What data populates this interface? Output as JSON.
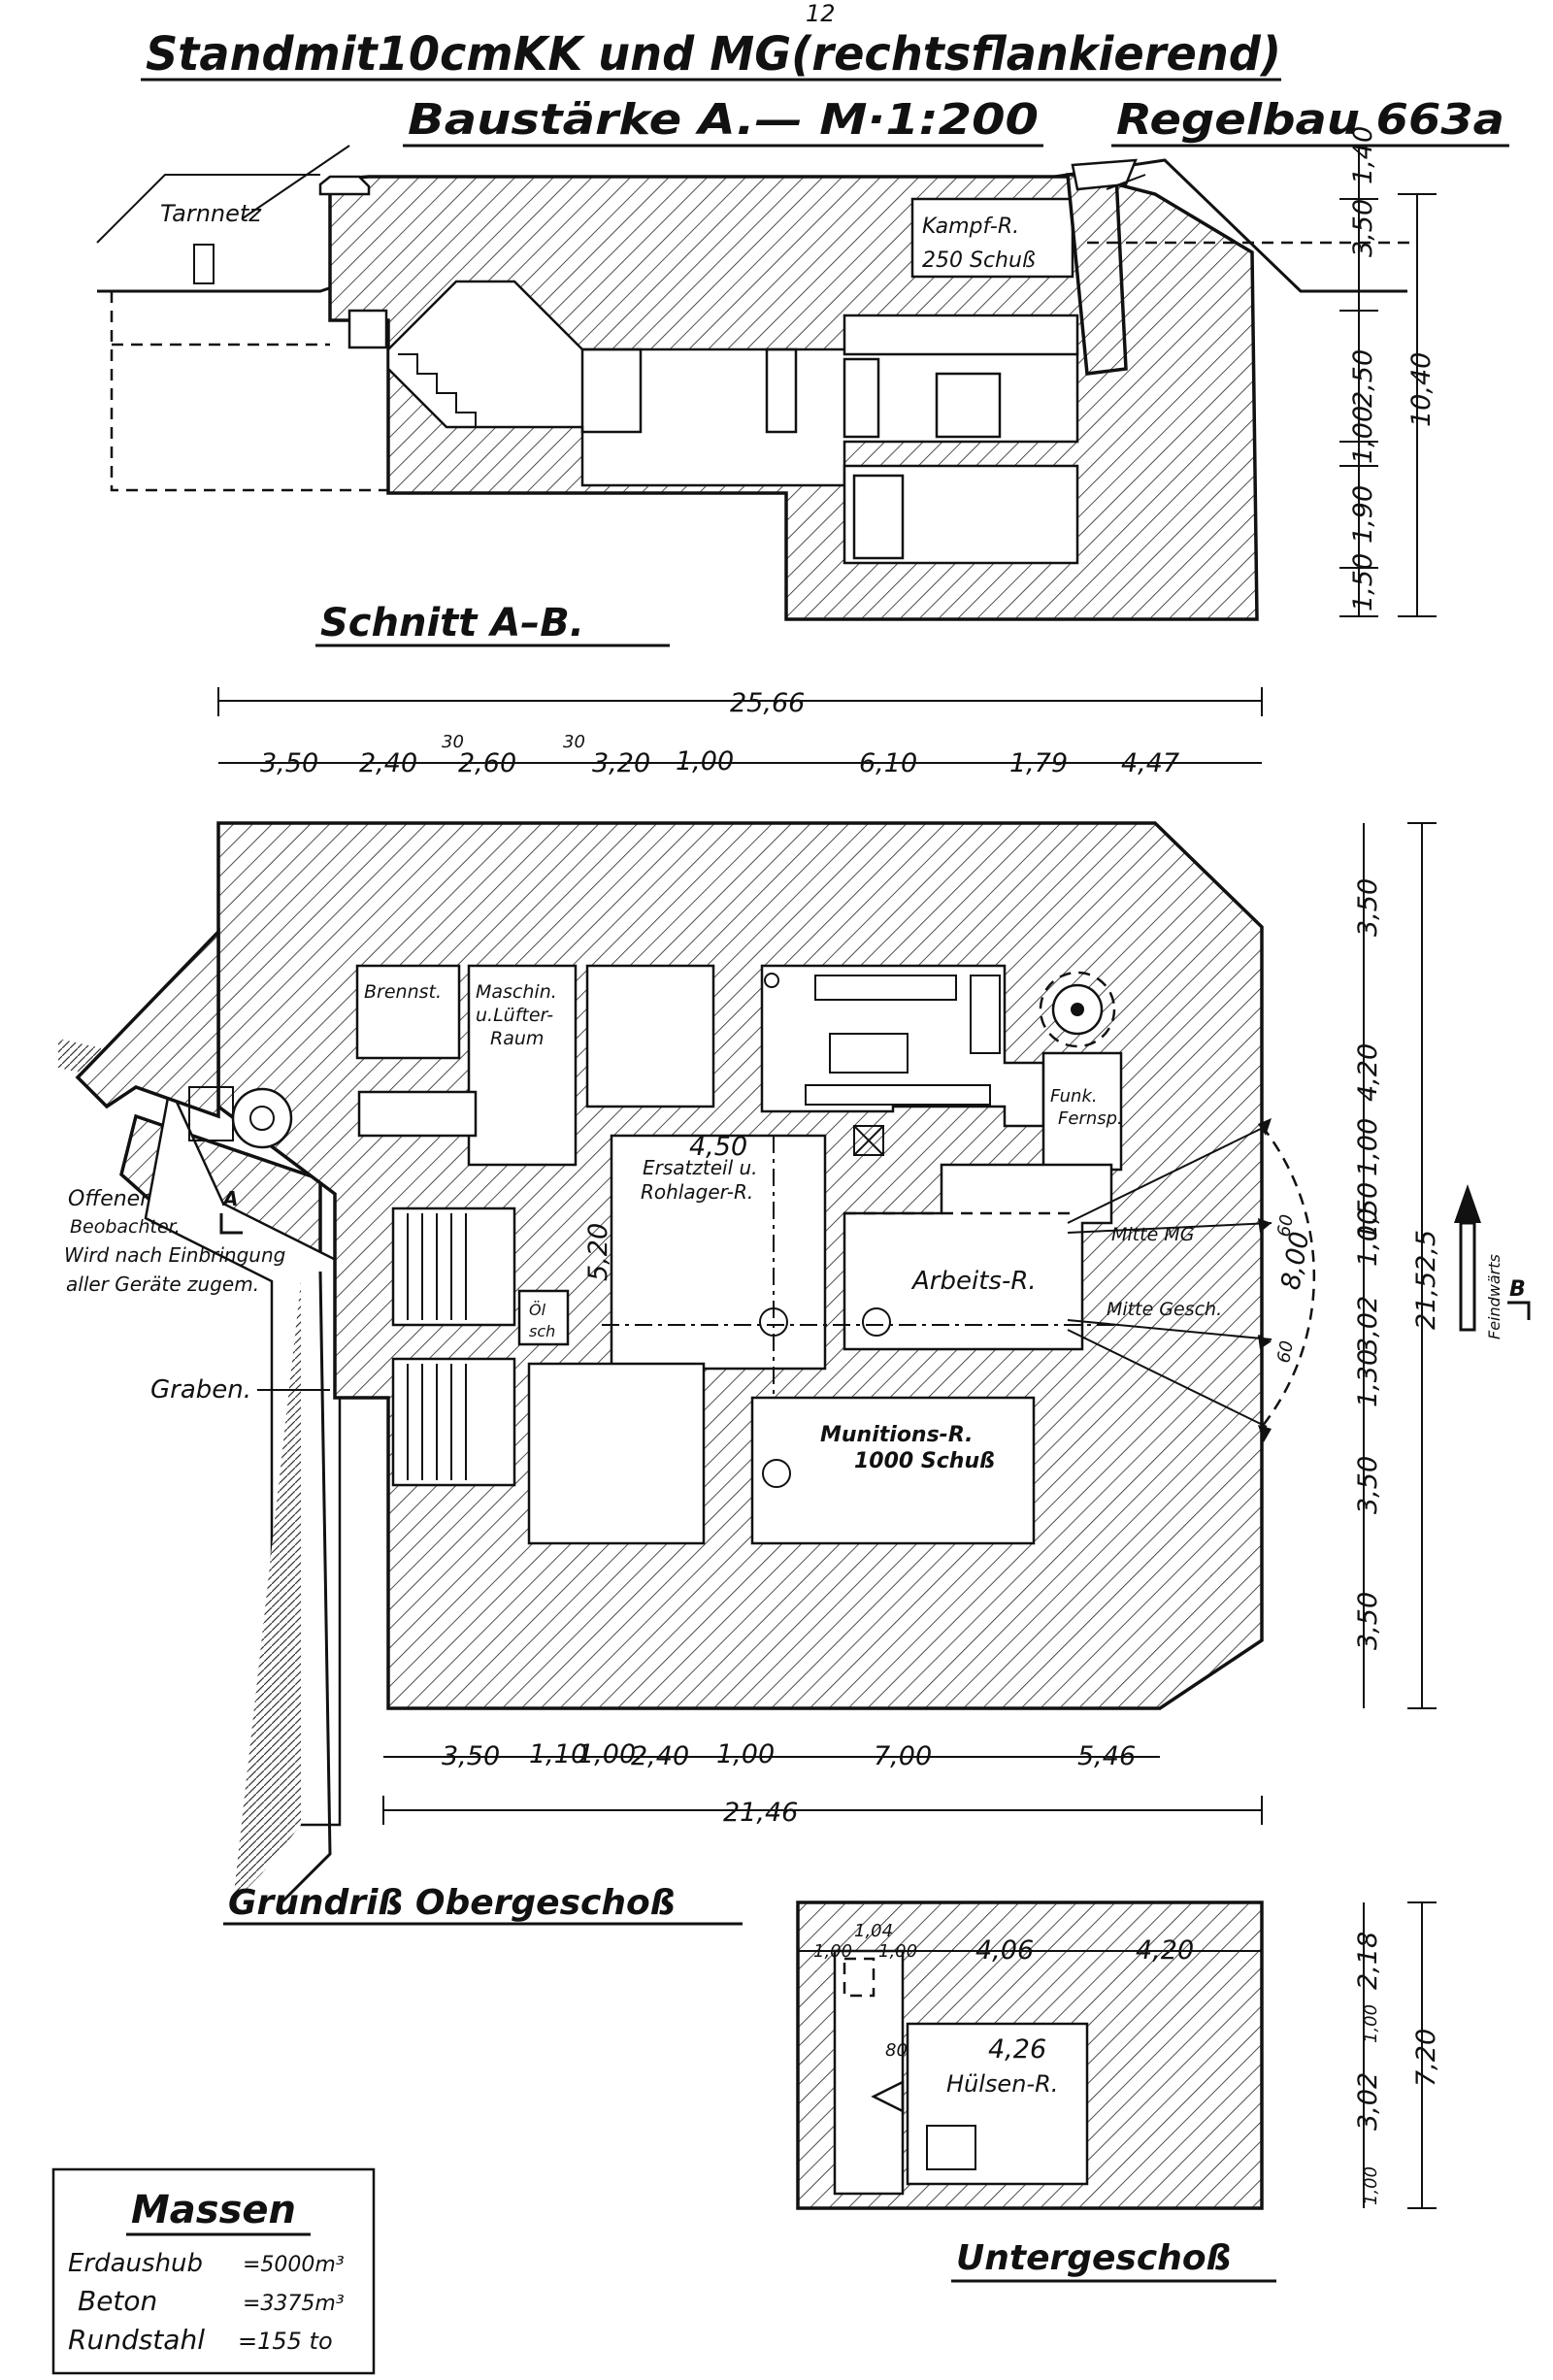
{
  "sheet": {
    "page_number": "12",
    "title_line1": "Standmit10cmKK und MG(rechtsflankierend)",
    "title_line2": "Baustärke A.— M·1:200",
    "type_label": "Regelbau 663a"
  },
  "section": {
    "title": "Schnitt A–B.",
    "labels": {
      "camouflage_net": "Tarnnetz",
      "combat_room": "Kampf-R.",
      "combat_rounds": "250 Schuß"
    },
    "vertical_dims": [
      "1,40",
      "3,50",
      "2,50",
      "1,00",
      "1,90",
      "1,50"
    ],
    "vertical_total": "10,40"
  },
  "plan_upper": {
    "title": "Grundriß Obergeschoß",
    "top_total": "25,66",
    "top_dims": [
      "3,50",
      "2,40",
      "2,60",
      "3,20",
      "1,00",
      "6,10",
      "1,79",
      "4,47"
    ],
    "top_small": [
      "30",
      "30"
    ],
    "bottom_dims": [
      "3,50",
      "1,10",
      "1,00",
      "2,40",
      "1,00",
      "7,00",
      "5,46"
    ],
    "bottom_total": "21,46",
    "right_dims": [
      "3,50",
      "4,20",
      "1,00",
      "1,50",
      "1,00",
      "3,02",
      "1,30",
      "3,50",
      "3,50"
    ],
    "right_total": "21,52,5",
    "arc_label": "8,00",
    "arc_small": [
      "60",
      "60"
    ],
    "inner_dims": [
      "4,50",
      "5,20"
    ],
    "rooms": {
      "fuel": "Brennst.",
      "engine_line1": "Maschin.",
      "engine_line2": "u.Lüfter-",
      "engine_line3": "Raum",
      "radio_line1": "Funk.",
      "radio_line2": "Fernsp.",
      "spare_line1": "Ersatzteil u.",
      "spare_line2": "Rohlager-R.",
      "work": "Arbeits-R.",
      "ammo_line1": "Munitions-R.",
      "ammo_line2": "1000 Schuß",
      "oil_line1": "Öl",
      "oil_line2": "sch"
    },
    "labels": {
      "mg_axis": "Mitte MG",
      "gun_axis": "Mitte Gesch.",
      "observer_line1": "Offener",
      "observer_line2": "Beobachter.",
      "observer_line3": "Wird nach Einbringung",
      "observer_line4": "aller Geräte zugem.",
      "trench": "Graben.",
      "enemy_side": "Feindwärts",
      "marker_a": "A",
      "marker_b": "B"
    }
  },
  "plan_lower": {
    "title": "Untergeschoß",
    "top_dims": [
      "1,04",
      "1,00",
      "1,00",
      "4,06",
      "4,20"
    ],
    "inner_dims": [
      "80",
      "4,26"
    ],
    "right_dims": [
      "2,18",
      "1,00",
      "3,02",
      "1,00"
    ],
    "right_total": "7,20",
    "room": "Hülsen-R."
  },
  "masses": {
    "title": "Massen",
    "rows": [
      {
        "label": "Erdaushub",
        "value": "=5000m³"
      },
      {
        "label": "Beton",
        "value": "=3375m³"
      },
      {
        "label": "Rundstahl",
        "value": "=155 to"
      }
    ]
  }
}
